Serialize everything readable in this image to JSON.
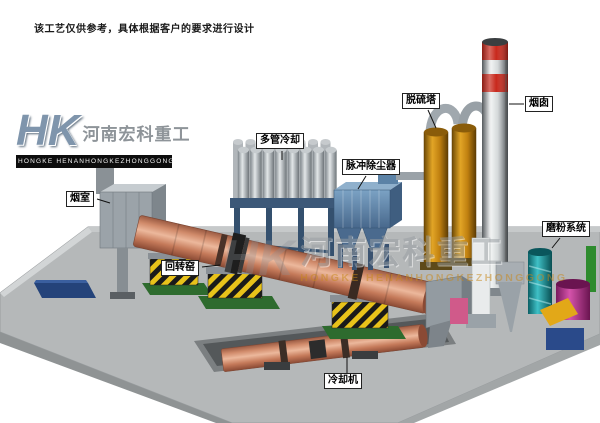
{
  "note": "该工艺仅供参考，具体根据客户的要求进行设计",
  "logo": {
    "monogram": "HK",
    "company": "河南宏科重工",
    "tagline": "HONGKE  HENANHONGKEZHONGGONG"
  },
  "watermark": {
    "monogram": "HK",
    "company": "河南宏科重工",
    "tagline": "HONGKE  HENANHONGKEZHONGGONG"
  },
  "labels": {
    "smoke_chamber": "烟室",
    "rotary_kiln": "回转窑",
    "multi_tube_cooler": "多管冷却",
    "pulse_dust_collector": "脉冲除尘器",
    "desulfurization_tower": "脱硫塔",
    "chimney": "烟囱",
    "grinding_system": "磨粉系统",
    "cooling_machine": "冷却机"
  },
  "colors": {
    "kiln_shell": "#d08a6a",
    "dust_collector_blue": "#5b82a6",
    "tower_amber": "#c08010",
    "chimney_red": "#c8281c",
    "platform_gray": "#b5b8b9",
    "hazard_yellow": "#e8c21a",
    "pipe_green": "#2e8b2e",
    "machine_teal": "#3fc0c6",
    "machine_magenta": "#d553ab",
    "watermark_orange": "#c8881a"
  }
}
